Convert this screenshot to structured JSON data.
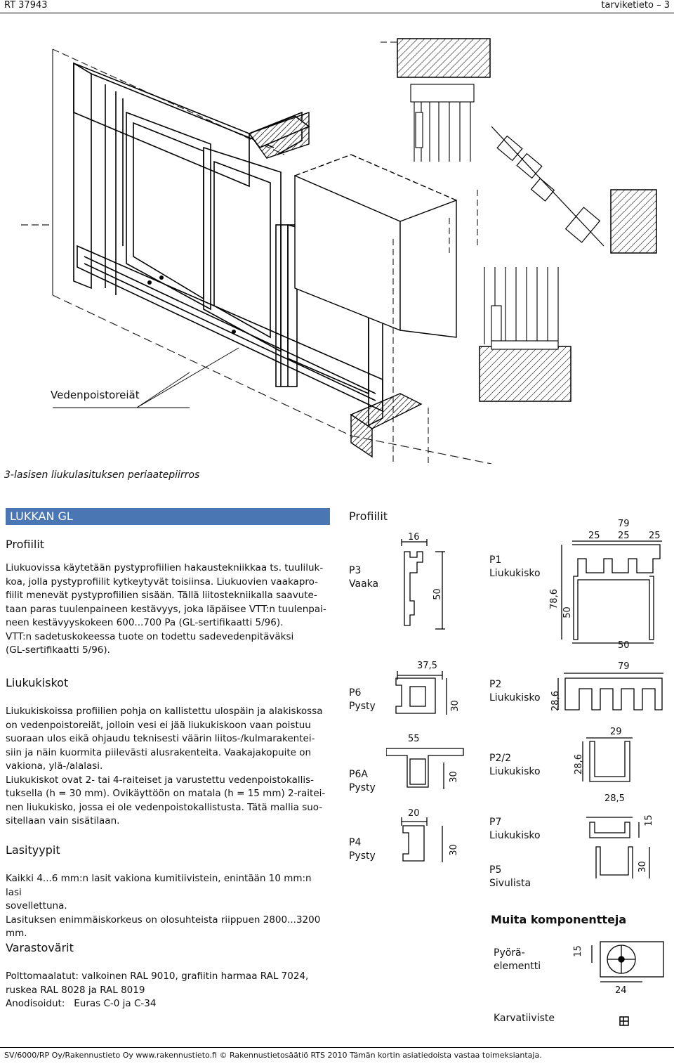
{
  "header": {
    "left": "RT 37943",
    "right": "tarviketieto – 3"
  },
  "figure": {
    "callout": "Vedenpoistoreiät",
    "caption": "3-lasisen liukulasituksen periaatepiirros"
  },
  "section_bar": "LUKKAN GL",
  "profiilit": {
    "heading": "Profiilit",
    "paragraphs": [
      "Liukuovissa käytetään pystyprofiilien hakaustekniikkaa ts. tuuliluk-",
      "koa, jolla pystyprofiilit kytkeytyvät toisiinsa. Liukuovien vaakapro-",
      "fiilit menevät pystyprofiilien sisään. Tällä liitostekniikalla saavute-",
      "taan paras tuulenpaineen kestävyys, joka läpäisee VTT:n tuulenpai-",
      "neen kestävyyskokeen 600...700 Pa (GL-sertifikaatti 5/96).",
      "VTT:n sadetuskokeessa tuote on todettu sadevedenpitäväksi",
      "(GL-sertifikaatti 5/96)."
    ]
  },
  "liukukiskot": {
    "heading": "Liukukiskot",
    "lines": [
      "Liukukiskoissa profiilien pohja on kallistettu ulospäin ja alakiskossa",
      "on vedenpoistoreiät, jolloin vesi ei jää liukukiskoon vaan poistuu",
      "suoraan ulos eikä ohjaudu teknisesti väärin liitos-/kulmarakentei-",
      "siin ja näin kuormita piilevästi alusrakenteita. Vaakajakopuite on",
      "vakiona, ylä-/alalasi.",
      "Liukukiskot ovat 2- tai 4-raiteiset ja varustettu vedenpoistokallis-",
      "tuksella (h = 30 mm). Ovikäyttöön on matala (h = 15 mm) 2-raitei-",
      "nen liukukisko, jossa ei ole vedenpoistokallistusta. Tätä mallia suo-",
      "sitellaan vain sisätilaan."
    ]
  },
  "lasityypit": {
    "heading": "Lasityypit",
    "lines": [
      "Kaikki 4...6 mm:n lasit vakiona kumitiivistein, enintään 10 mm:n lasi",
      "sovellettuna.",
      "Lasituksen enimmäiskorkeus on olosuhteista riippuen 2800...3200",
      "mm."
    ]
  },
  "varastovarit": {
    "heading": "Varastovärit",
    "lines": [
      "Polttomaalatut: valkoinen RAL 9010, grafiitin harmaa RAL 7024,",
      "ruskea RAL 8028 ja RAL 8019",
      "Anodisoidut:   Euras C-0 ja C-34"
    ]
  },
  "profiles_panel": {
    "heading": "Profiilit",
    "left_profiles": [
      {
        "code": "P3",
        "type": "Vaaka",
        "dims": [
          "16",
          "50"
        ]
      },
      {
        "code": "P6",
        "type": "Pysty",
        "dims": [
          "37,5",
          "30"
        ]
      },
      {
        "code": "P6A",
        "type": "Pysty",
        "dims": [
          "55",
          "30"
        ]
      },
      {
        "code": "P4",
        "type": "Pysty",
        "dims": [
          "20",
          "30"
        ]
      }
    ],
    "right_profiles": [
      {
        "code": "P1",
        "type": "Liukukisko",
        "dims": [
          "79",
          "25",
          "25",
          "25",
          "78,6",
          "50",
          "50"
        ]
      },
      {
        "code": "P2",
        "type": "Liukukisko",
        "dims": [
          "79",
          "28,6"
        ]
      },
      {
        "code": "P2/2",
        "type": "Liukukisko",
        "dims": [
          "29",
          "28,6"
        ]
      },
      {
        "code": "P7",
        "type": "Liukukisko",
        "dims": [
          "28,5",
          "15"
        ]
      },
      {
        "code": "P5",
        "type": "Sivulista",
        "dims": [
          "30"
        ]
      }
    ]
  },
  "muita": {
    "heading": "Muita komponentteja",
    "pyora_label_1": "Pyörä-",
    "pyora_label_2": "elementti",
    "pyora_dims": [
      "15",
      "24"
    ],
    "karvatiiviste": "Karvatiiviste"
  },
  "footer": "SV/6000/RP Oy/Rakennustieto Oy  www.rakennustieto.fi  © Rakennustietosäätiö RTS 2010  Tämän kortin asiatiedoista vastaa toimeksiantaja."
}
